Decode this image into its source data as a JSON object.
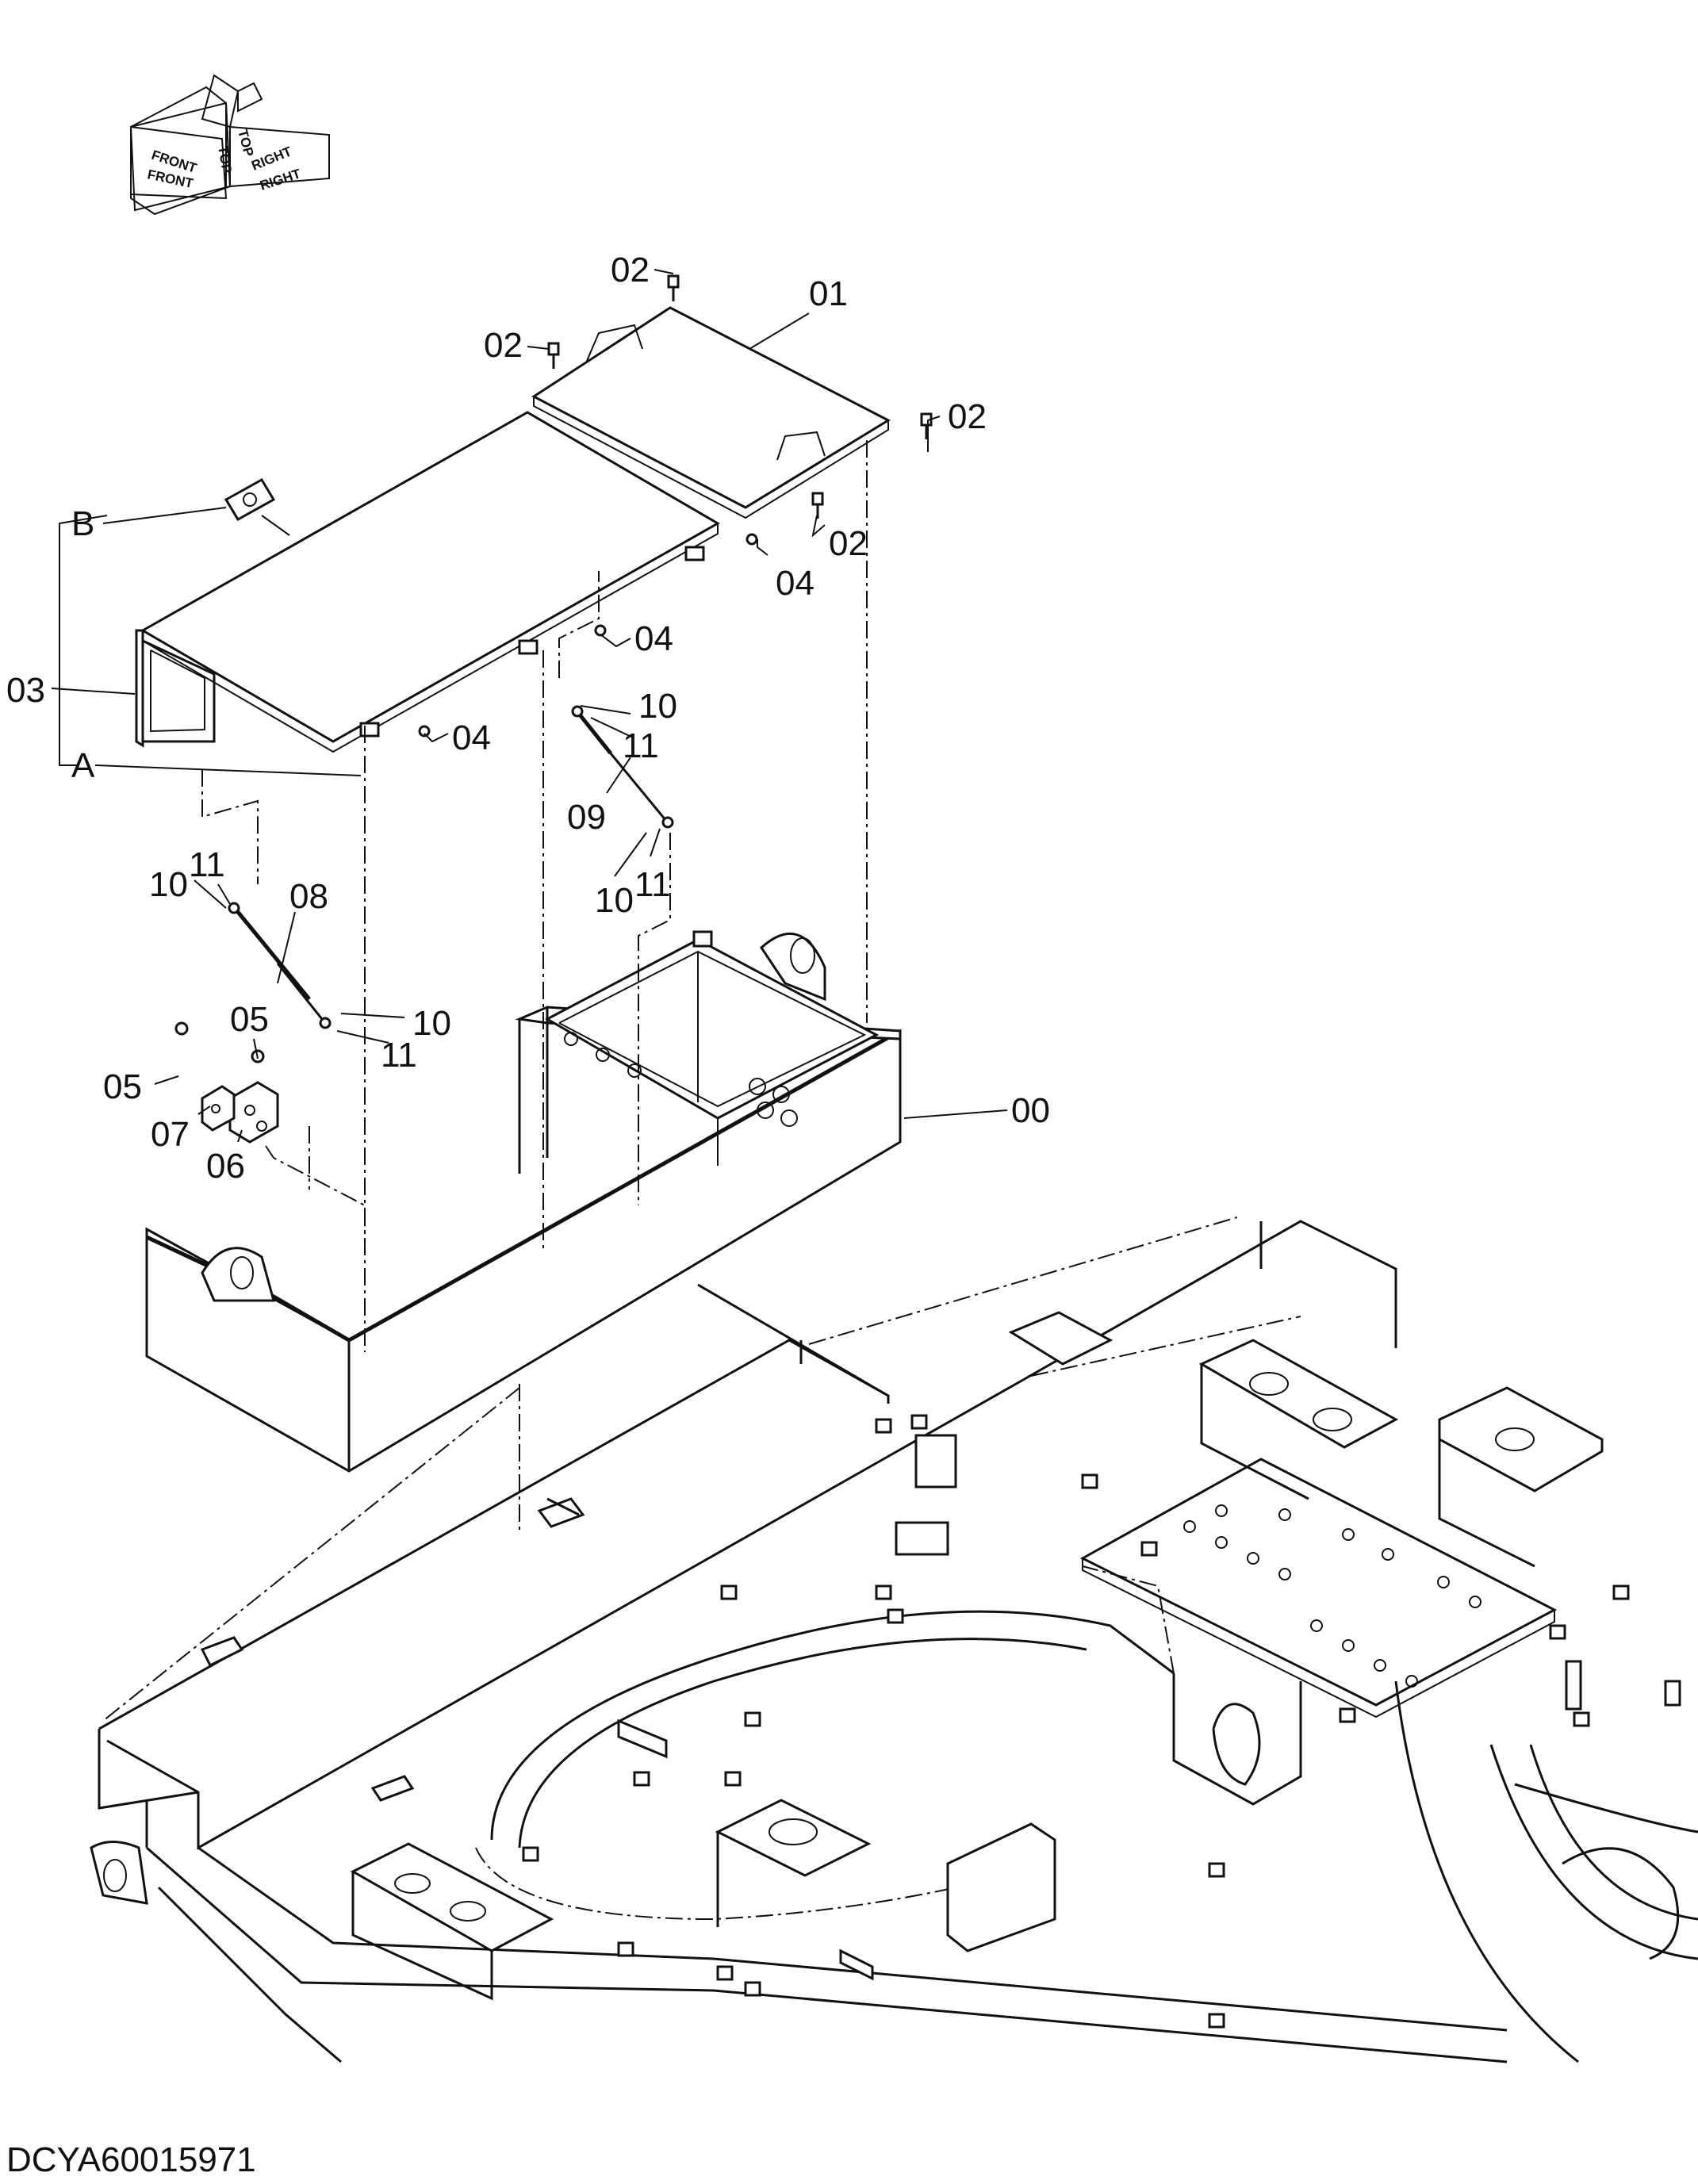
{
  "orientation_icon": {
    "labels": [
      "FRONT",
      "FRONT",
      "TOP",
      "TOP",
      "RIGHT",
      "RIGHT"
    ]
  },
  "callouts": {
    "c00": "00",
    "c01": "01",
    "c02a": "02",
    "c02b": "02",
    "c02c": "02",
    "c02d": "02",
    "c03": "03",
    "c04a": "04",
    "c04b": "04",
    "c04c": "04",
    "c05a": "05",
    "c05b": "05",
    "c06": "06",
    "c07": "07",
    "c08": "08",
    "c09": "09",
    "c10a": "10",
    "c10b": "10",
    "c10c": "10",
    "c10d": "10",
    "c11a": "11",
    "c11b": "11",
    "c11c": "11",
    "c11d": "11",
    "cA": "A",
    "cB": "B"
  },
  "drawing_code": "DCYA60015971"
}
